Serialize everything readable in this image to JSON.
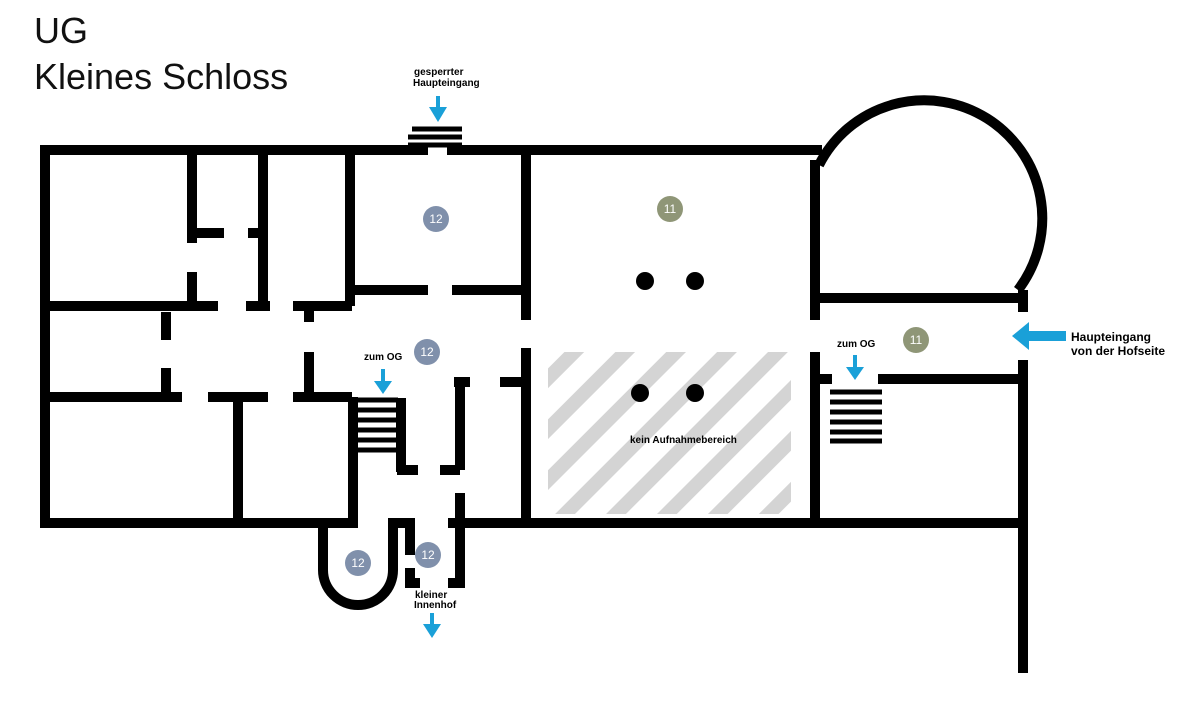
{
  "title": {
    "line1": "UG",
    "line2": "Kleines Schloss"
  },
  "labels": {
    "blocked_entrance_1": "gesperrter",
    "blocked_entrance_2": "Haupteingang",
    "stairs_left": "zum OG",
    "stairs_right": "zum OG",
    "no_recording": "kein Aufnahmebereich",
    "courtyard_1": "kleiner",
    "courtyard_2": "Innenhof",
    "main_entrance_1": "Haupteingang",
    "main_entrance_2": "von der Hofseite"
  },
  "rooms": [
    {
      "number": "12",
      "color": "#8090ab"
    },
    {
      "number": "11",
      "color": "#8f9677"
    },
    {
      "number": "12",
      "color": "#8090ab"
    },
    {
      "number": "11",
      "color": "#8f9677"
    },
    {
      "number": "12",
      "color": "#8090ab"
    },
    {
      "number": "12",
      "color": "#8090ab"
    }
  ],
  "colors": {
    "arrow": "#1aa0d8",
    "hatch": "#d4d4d4",
    "wall": "#000000"
  }
}
